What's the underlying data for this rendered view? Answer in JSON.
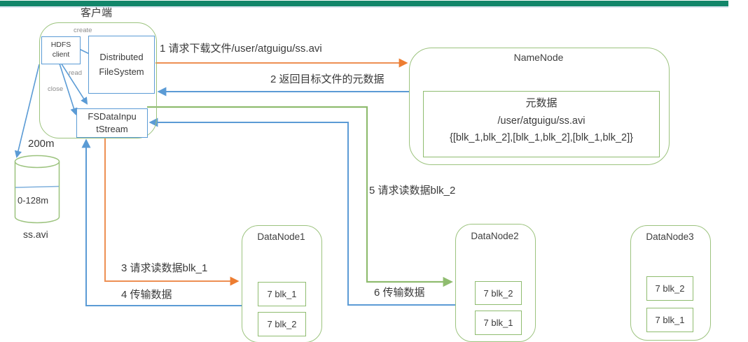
{
  "page": {
    "top_bar_color": "#12866A"
  },
  "client": {
    "title": "客户端",
    "hdfs_client": {
      "line1": "HDFS",
      "line2": "client"
    },
    "dfs": {
      "line1": "Distributed",
      "line2": "FileSystem"
    },
    "input_stream": {
      "line1": "FSDataInpu",
      "line2": "tStream"
    },
    "create_label": "create",
    "read_label": "read",
    "close_label": "close"
  },
  "local_file": {
    "size_label": "200m",
    "block_label": "0-128m",
    "name": "ss.avi"
  },
  "namenode": {
    "title": "NameNode",
    "meta_title": "元数据",
    "meta_path": "/user/atguigu/ss.avi",
    "meta_blocks": "{[blk_1,blk_2],[blk_1,blk_2],[blk_1,blk_2]}"
  },
  "datanodes": [
    {
      "title": "DataNode1",
      "blocks": [
        "7 blk_1",
        "7 blk_2"
      ]
    },
    {
      "title": "DataNode2",
      "blocks": [
        "7 blk_2",
        "7 blk_1"
      ]
    },
    {
      "title": "DataNode3",
      "blocks": [
        "7 blk_2",
        "7 blk_1"
      ]
    }
  ],
  "flow_labels": {
    "step1": "1 请求下载文件/user/atguigu/ss.avi",
    "step2": "2 返回目标文件的元数据",
    "step3": "3 请求读数据blk_1",
    "step4": "4 传输数据",
    "step5": "5 请求读数据blk_2",
    "step6": "6 传输数据"
  },
  "colors": {
    "green_border": "#9CC37E",
    "green_arrow": "#8FBC6F",
    "blue": "#5B9BD5",
    "orange": "#ED8F53",
    "teal_bar": "#12866A",
    "gray_label": "#8C8C8C"
  }
}
